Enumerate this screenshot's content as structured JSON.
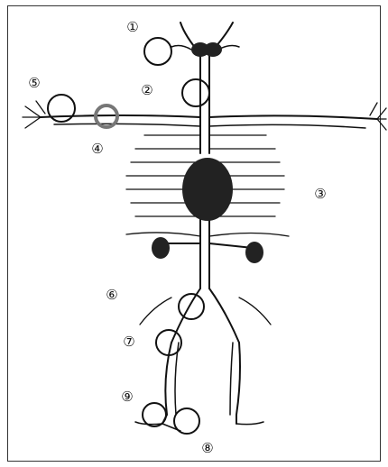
{
  "diagram": {
    "markers": [
      {
        "id": 1,
        "label": "①"
      },
      {
        "id": 2,
        "label": "②"
      },
      {
        "id": 3,
        "label": "③"
      },
      {
        "id": 4,
        "label": "④"
      },
      {
        "id": 5,
        "label": "⑤"
      },
      {
        "id": 6,
        "label": "⑥"
      },
      {
        "id": 7,
        "label": "⑦"
      },
      {
        "id": 8,
        "label": "⑧"
      },
      {
        "id": 9,
        "label": "⑨"
      }
    ]
  }
}
